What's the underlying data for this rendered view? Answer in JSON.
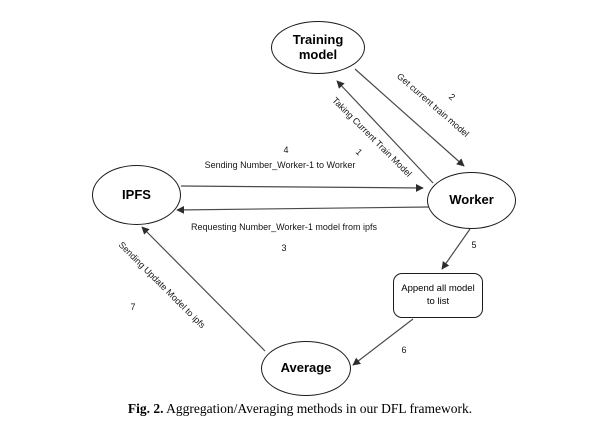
{
  "nodes": {
    "training_model": "Training model",
    "worker": "Worker",
    "ipfs": "IPFS",
    "average": "Average",
    "append_list": "Append all model to list"
  },
  "edges": {
    "taking_current": {
      "label": "Taking Current Train Model",
      "number": "1"
    },
    "get_current": {
      "label": "Get current train model",
      "number": "2"
    },
    "requesting_number": {
      "label": "Requesting Number_Worker-1 model from ipfs",
      "number": "3"
    },
    "sending_number": {
      "label": "Sending Number_Worker-1 to Worker",
      "number": "4"
    },
    "worker_to_append": {
      "number": "5"
    },
    "append_to_average": {
      "number": "6"
    },
    "sending_update": {
      "label": "Sending Update Model to ipfs",
      "number": "7"
    }
  },
  "caption": {
    "prefix": "Fig. 2.",
    "text": "Aggregation/Averaging methods in our DFL framework."
  },
  "colors": {
    "line": "#4a4a4a",
    "node_border": "#1c1c1c",
    "text": "#000000",
    "background": "#ffffff"
  }
}
